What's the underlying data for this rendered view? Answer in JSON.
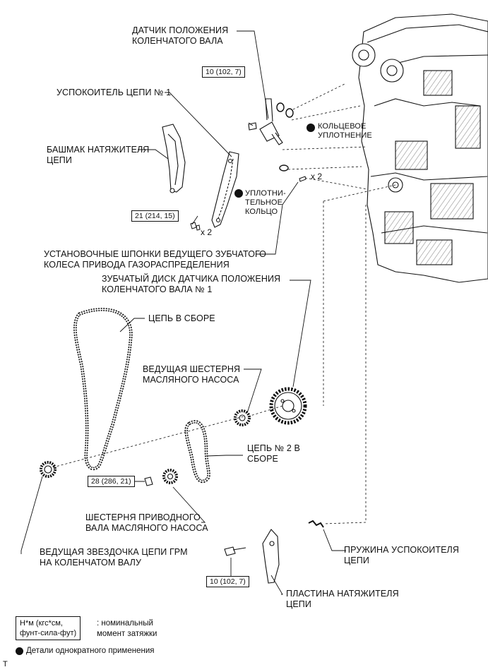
{
  "labels": {
    "crank_sensor": "ДАТЧИК ПОЛОЖЕНИЯ\nКОЛЕНЧАТОГО ВАЛА",
    "chain_damper_1": "УСПОКОИТЕЛЬ ЦЕПИ № 1",
    "tensioner_slipper": "БАШМАК НАТЯЖИТЕЛЯ\nЦЕПИ",
    "o_ring": "КОЛЬЦЕВОЕ\nУПЛОТНЕНИЕ",
    "seal_ring": "УПЛОТНИ-\nТЕЛЬНОЕ\nКОЛЬЦО",
    "keys": "УСТАНОВОЧНЫЕ ШПОНКИ ВЕДУЩЕГО ЗУБЧАТОГО\nКОЛЕСА ПРИВОДА ГАЗОРАСПРЕДЕЛЕНИЯ",
    "timing_rotor": "ЗУБЧАТЫЙ ДИСК ДАТЧИКА ПОЛОЖЕНИЯ\nКОЛЕНЧАТОГО ВАЛА № 1",
    "chain_assy": "ЦЕПЬ В СБОРЕ",
    "oil_pump_drive_gear": "ВЕДУЩАЯ ШЕСТЕРНЯ\nМАСЛЯНОГО НАСОСА",
    "chain_2": "ЦЕПЬ № 2 В\nСБОРЕ",
    "oil_pump_shaft_gear": "ШЕСТЕРНЯ ПРИВОДНОГО\nВАЛА МАСЛЯНОГО НАСОСА",
    "crank_sprocket": "ВЕДУЩАЯ ЗВЕЗДОЧКА ЦЕПИ ГРМ\nНА КОЛЕНЧАТОМ ВАЛУ",
    "damper_spring": "ПРУЖИНА УСПОКОИТЕЛЯ\nЦЕПИ",
    "tensioner_plate": "ПЛАСТИНА НАТЯЖИТЕЛЯ\nЦЕПИ"
  },
  "torques": {
    "sensor_bolt": "10 (102, 7)",
    "damper_bolts": "21 (214, 15)",
    "gear_nut": "28 (286, 21)",
    "plate_bolt": "10 (102, 7)"
  },
  "multipliers": {
    "bolts_x2": "x 2",
    "keys_x2": "x 2"
  },
  "legend": {
    "box_text": "Н*м (кгс*см,\nфунт-сила-фут)",
    "torque_desc": ": номинальный\nмомент затяжки",
    "non_reusable": "Детали однократного применения"
  },
  "footer_mark": "T",
  "colors": {
    "ink": "#111111",
    "paper": "#ffffff"
  }
}
